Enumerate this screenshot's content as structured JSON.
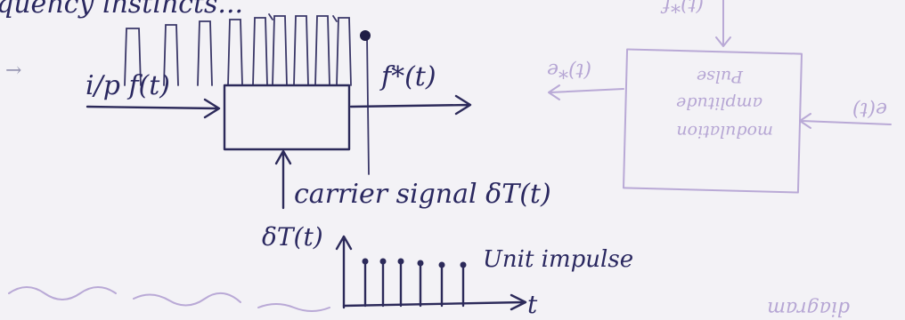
{
  "labels": {
    "heading_fragment": "quency instincts...",
    "input": "i/p f(t)",
    "output": "f*(t)",
    "carrier": "carrier signal δT(t)",
    "impulse_axis": "δT(t)",
    "unit_impulse": "Unit impulse",
    "time_axis": "t"
  },
  "bleed_through": {
    "top": "(t)*f",
    "left": "(t)*e",
    "right": "e(t)",
    "box_lines": [
      "Pulse",
      "amplitude",
      "modulation"
    ],
    "bottom_right": "diagram"
  }
}
